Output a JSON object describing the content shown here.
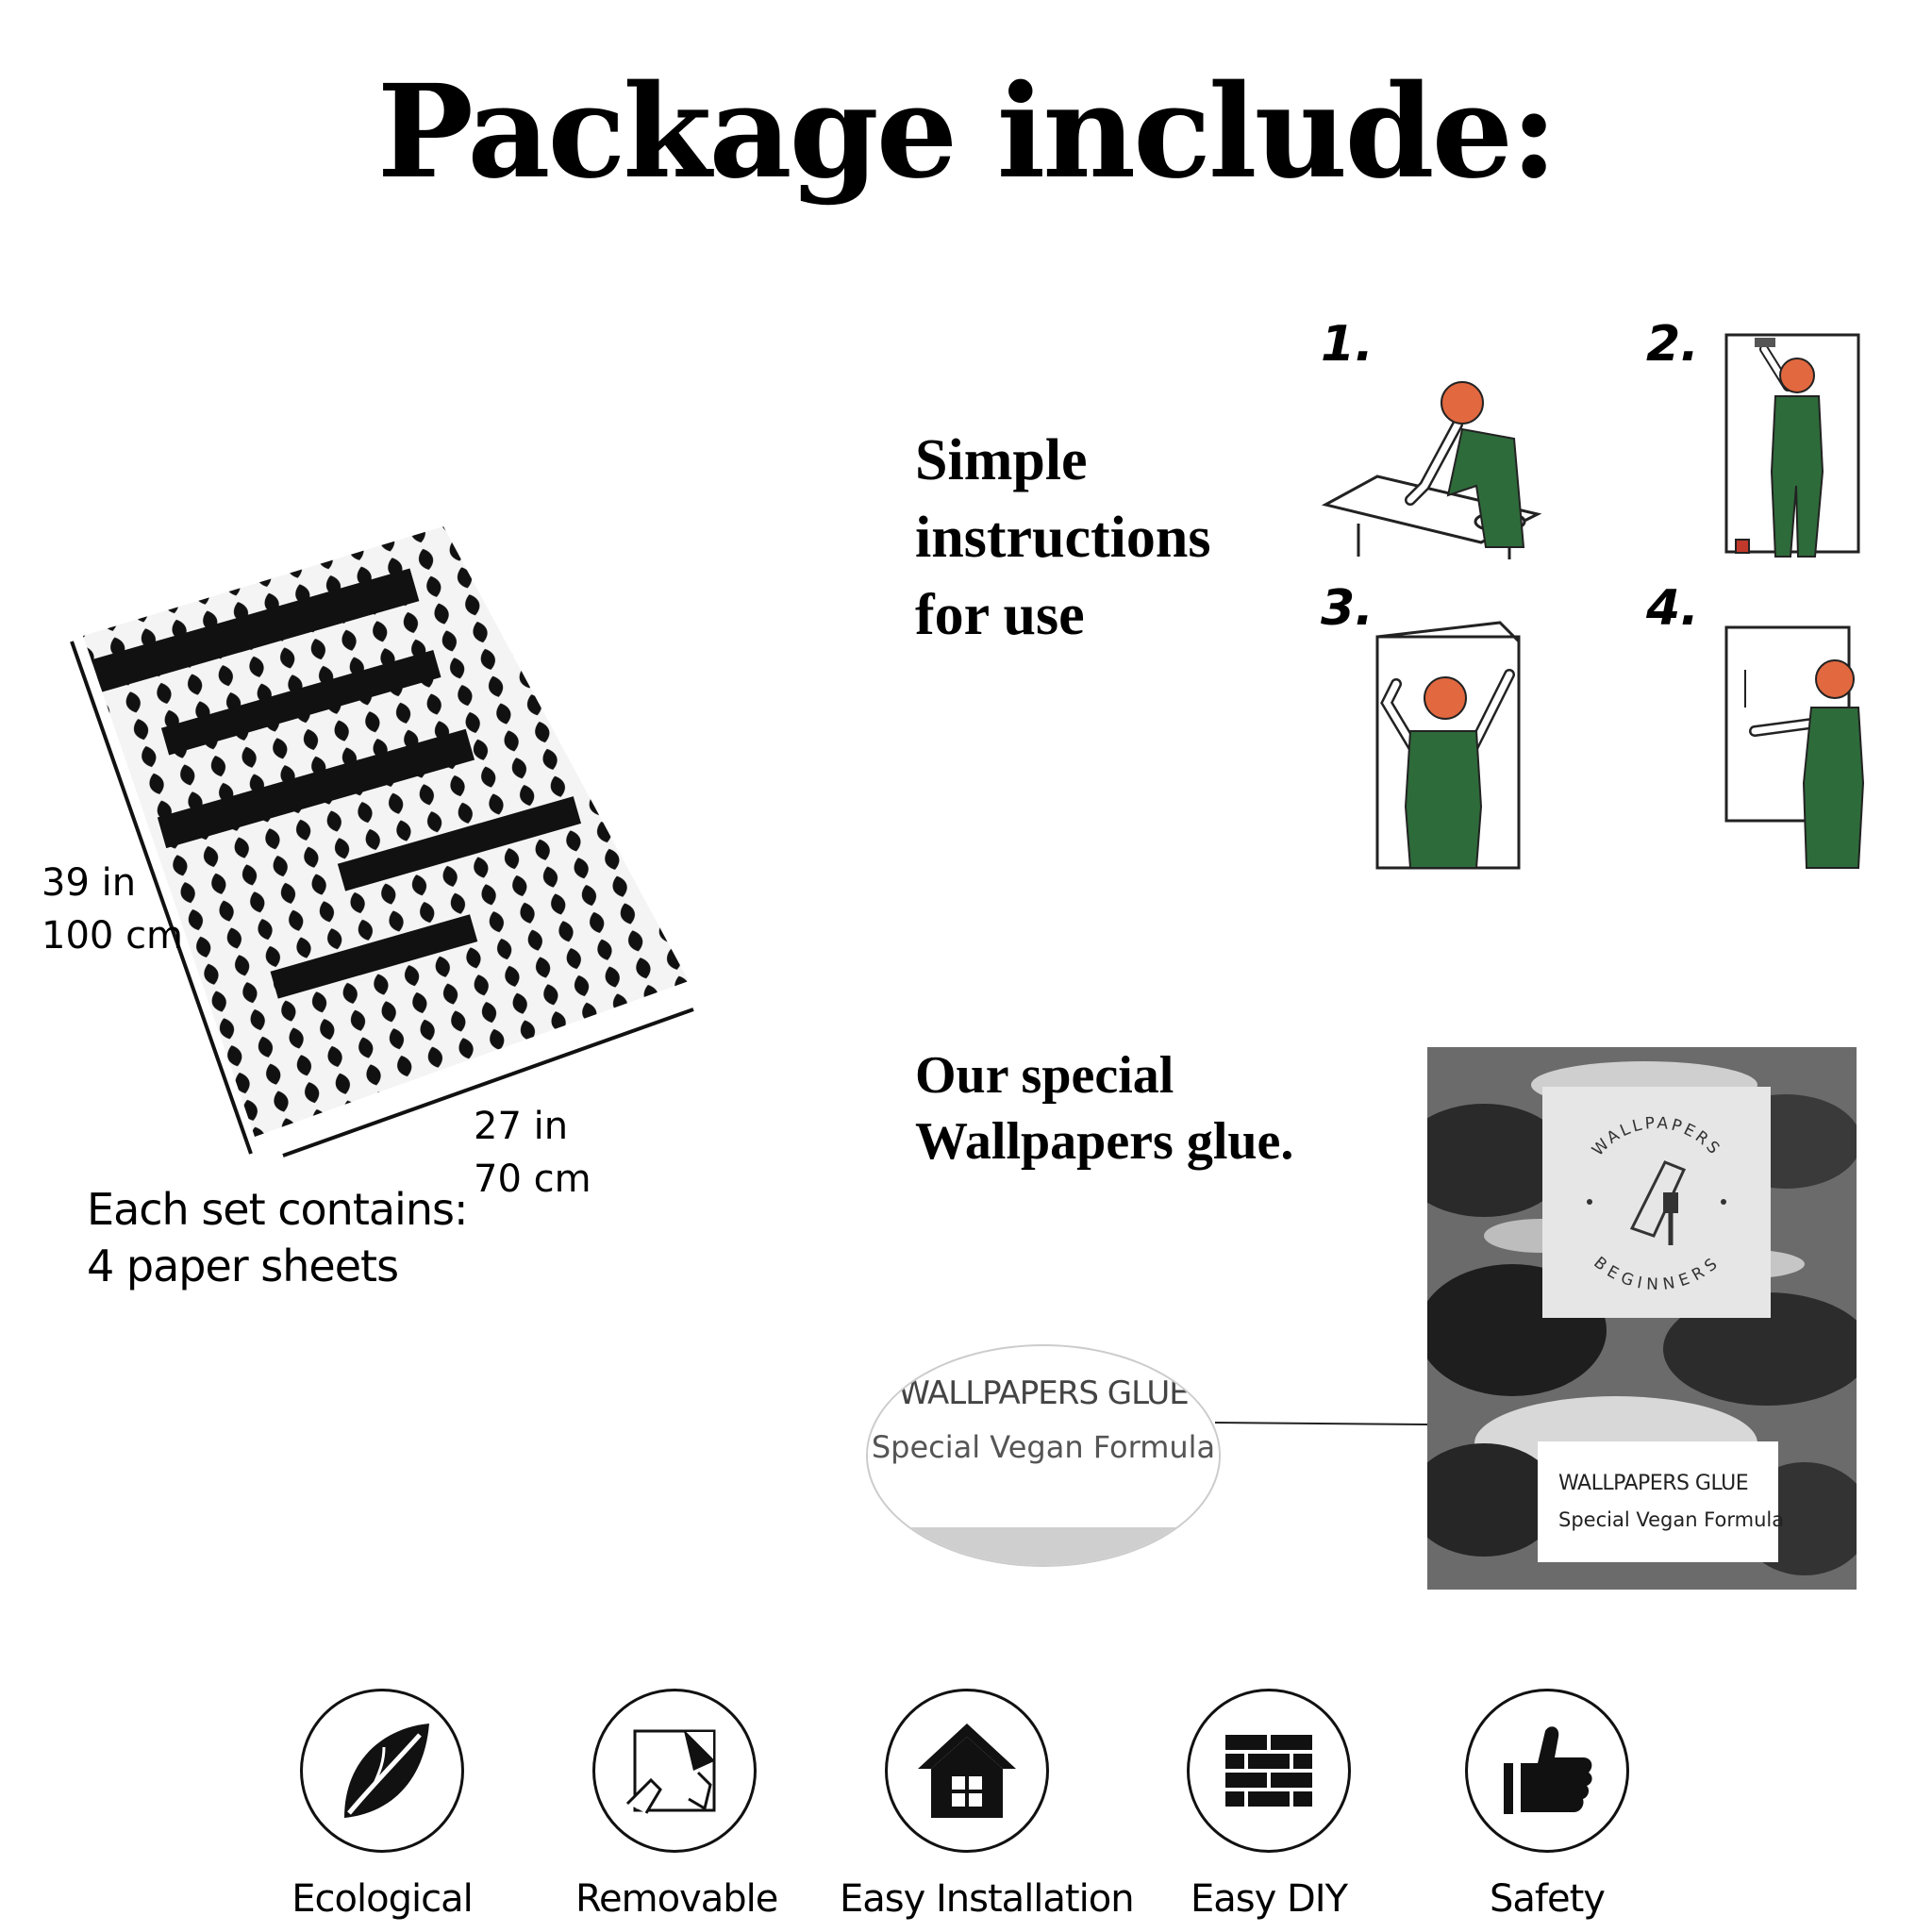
{
  "title": "Package include:",
  "instructions": {
    "lines": [
      "Simple",
      "instructions",
      "for use"
    ]
  },
  "steps": [
    "1.",
    "2.",
    "3.",
    "4."
  ],
  "glue": {
    "lines": [
      "Our special",
      "Wallpapers glue."
    ],
    "callout_title": "WALLPAPERS GLUE",
    "callout_subtitle": "Special Vegan Formula",
    "box_title": "WALLPAPERS GLUE",
    "box_subtitle": "Special Vegan Formula",
    "brand_top": "WALLPAPERS",
    "brand_bottom": "BEGINNERS"
  },
  "sheet": {
    "height_in": "39 in",
    "height_cm": "100 cm",
    "width_in": "27 in",
    "width_cm": "70 cm",
    "contains_line1": "Each set contains:",
    "contains_line2": "4 paper sheets"
  },
  "features": [
    {
      "label": "Ecological",
      "icon": "leaf-icon"
    },
    {
      "label": "Removable",
      "icon": "peel-hand-icon"
    },
    {
      "label": "Easy Installation",
      "icon": "house-icon"
    },
    {
      "label": "Easy DIY",
      "icon": "brick-wall-icon"
    },
    {
      "label": "Safety",
      "icon": "thumbs-up-icon"
    }
  ],
  "colors": {
    "overalls": "#2e6b3a",
    "hair": "#e2683f",
    "text": "#000000"
  }
}
